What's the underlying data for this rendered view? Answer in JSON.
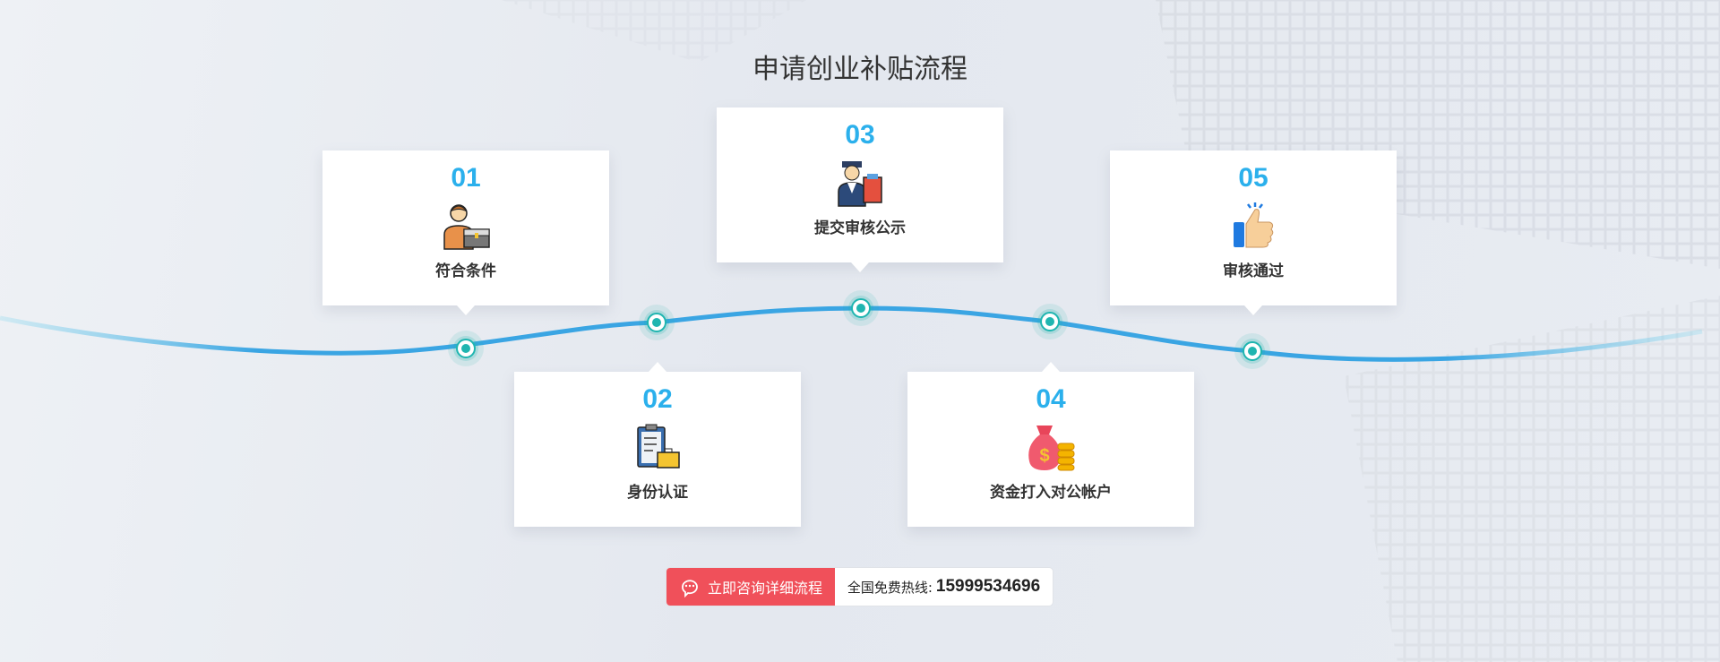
{
  "title": "申请创业补贴流程",
  "steps": [
    {
      "num": "01",
      "label": "符合条件",
      "icon": "businessman-briefcase-icon"
    },
    {
      "num": "02",
      "label": "身份认证",
      "icon": "clipboard-briefcase-icon"
    },
    {
      "num": "03",
      "label": "提交审核公示",
      "icon": "officer-document-icon"
    },
    {
      "num": "04",
      "label": "资金打入对公帐户",
      "icon": "money-bag-coins-icon"
    },
    {
      "num": "05",
      "label": "审核通过",
      "icon": "thumbs-up-icon"
    }
  ],
  "cta": {
    "button_label": "立即咨询详细流程",
    "hotline_label": "全国免费热线:",
    "phone": "15999534696"
  },
  "colors": {
    "accent": "#2bb0ec",
    "line": "#2e9be0",
    "node": "#1fb5b0",
    "cta": "#f0505a"
  }
}
